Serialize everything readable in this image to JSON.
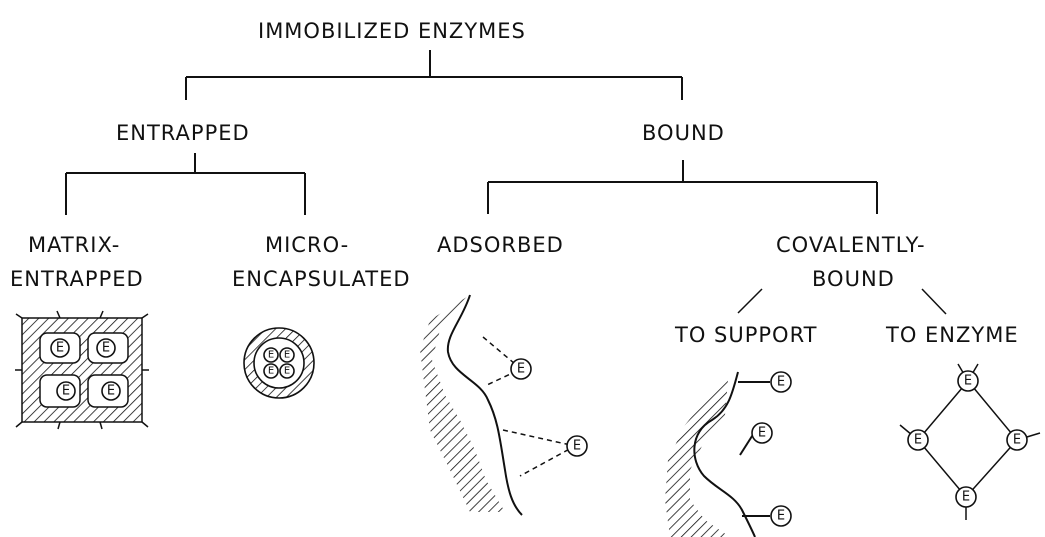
{
  "diagram": {
    "title": "IMMOBILIZED ENZYMES",
    "categories": {
      "entrapped": "ENTRAPPED",
      "bound": "BOUND"
    },
    "subtypes": {
      "matrix_line1": "MATRIX-",
      "matrix_line2": "ENTRAPPED",
      "micro_line1": "MICRO-",
      "micro_line2": "ENCAPSULATED",
      "adsorbed": "ADSORBED",
      "covalent_line1": "COVALENTLY-",
      "covalent_line2": "BOUND"
    },
    "covalent_modes": {
      "support": "TO SUPPORT",
      "enzyme": "TO ENZYME"
    },
    "enzyme_symbol": "E"
  }
}
